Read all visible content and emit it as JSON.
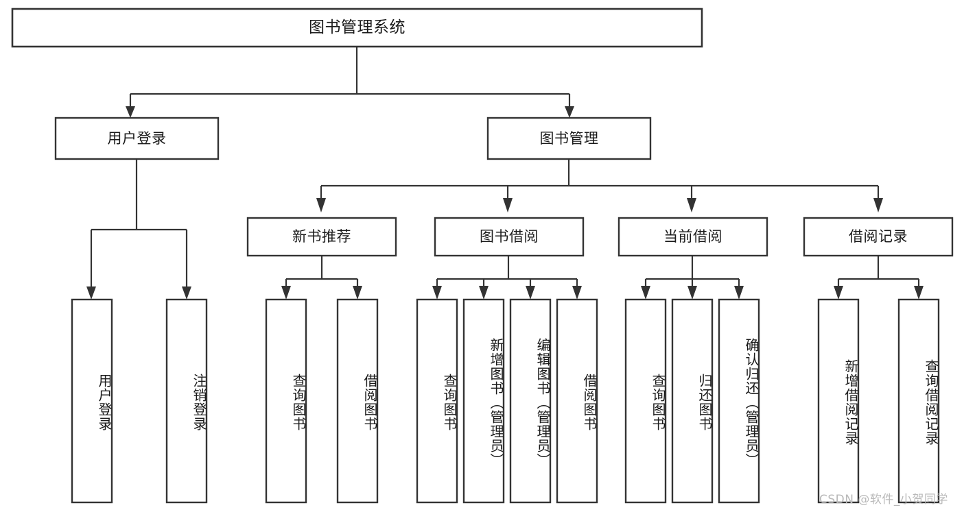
{
  "diagram": {
    "type": "tree",
    "title": "图书管理系统",
    "root": {
      "id": "root",
      "label": "图书管理系统"
    },
    "level2": [
      {
        "id": "user-login",
        "label": "用户登录"
      },
      {
        "id": "book-management",
        "label": "图书管理"
      }
    ],
    "level3": [
      {
        "id": "new-book-recommend",
        "label": "新书推荐",
        "parent": "book-management"
      },
      {
        "id": "book-borrow",
        "label": "图书借阅",
        "parent": "book-management"
      },
      {
        "id": "current-borrow",
        "label": "当前借阅",
        "parent": "book-management"
      },
      {
        "id": "borrow-record",
        "label": "借阅记录",
        "parent": "book-management"
      }
    ],
    "leaves": [
      {
        "id": "leaf-user-login",
        "label": "用户登录",
        "parent": "user-login"
      },
      {
        "id": "leaf-logout-login",
        "label": "注销登录",
        "parent": "user-login"
      },
      {
        "id": "leaf-query-book-1",
        "label": "查询图书",
        "parent": "new-book-recommend"
      },
      {
        "id": "leaf-borrow-book-1",
        "label": "借阅图书",
        "parent": "new-book-recommend"
      },
      {
        "id": "leaf-query-book-2",
        "label": "查询图书",
        "parent": "book-borrow"
      },
      {
        "id": "leaf-add-book",
        "label": "新增图书（管理员）",
        "parent": "book-borrow"
      },
      {
        "id": "leaf-edit-book",
        "label": "编辑图书（管理员）",
        "parent": "book-borrow"
      },
      {
        "id": "leaf-borrow-book-2",
        "label": "借阅图书",
        "parent": "book-borrow"
      },
      {
        "id": "leaf-query-book-3",
        "label": "查询图书",
        "parent": "current-borrow"
      },
      {
        "id": "leaf-return-book",
        "label": "归还图书",
        "parent": "current-borrow"
      },
      {
        "id": "leaf-confirm-return",
        "label": "确认归还（管理员）",
        "parent": "current-borrow"
      },
      {
        "id": "leaf-add-record",
        "label": "新增借阅记录",
        "parent": "borrow-record"
      },
      {
        "id": "leaf-query-record",
        "label": "查询借阅记录",
        "parent": "borrow-record"
      }
    ],
    "colors": {
      "stroke": "#333333",
      "fill": "#ffffff",
      "text": "#1a1a1a",
      "background": "#ffffff",
      "watermark": "#b9b9b9"
    }
  },
  "watermark": {
    "text": "CSDN @软件_小贺同学"
  }
}
